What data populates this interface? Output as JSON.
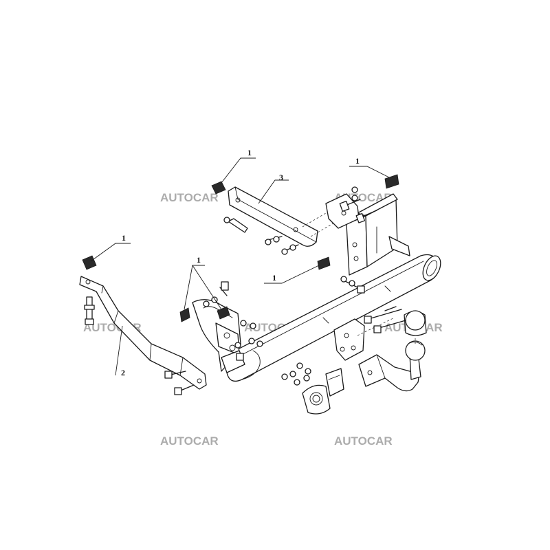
{
  "watermark": "AUTOCAR",
  "callouts": {
    "c1a": "1",
    "c1b": "1",
    "c1c": "1",
    "c1d": "1",
    "c1e": "1",
    "c2": "2",
    "c3": "3"
  },
  "colors": {
    "line": "#1a1a1a",
    "watermark": "#9e9e9e",
    "background": "#ffffff"
  }
}
